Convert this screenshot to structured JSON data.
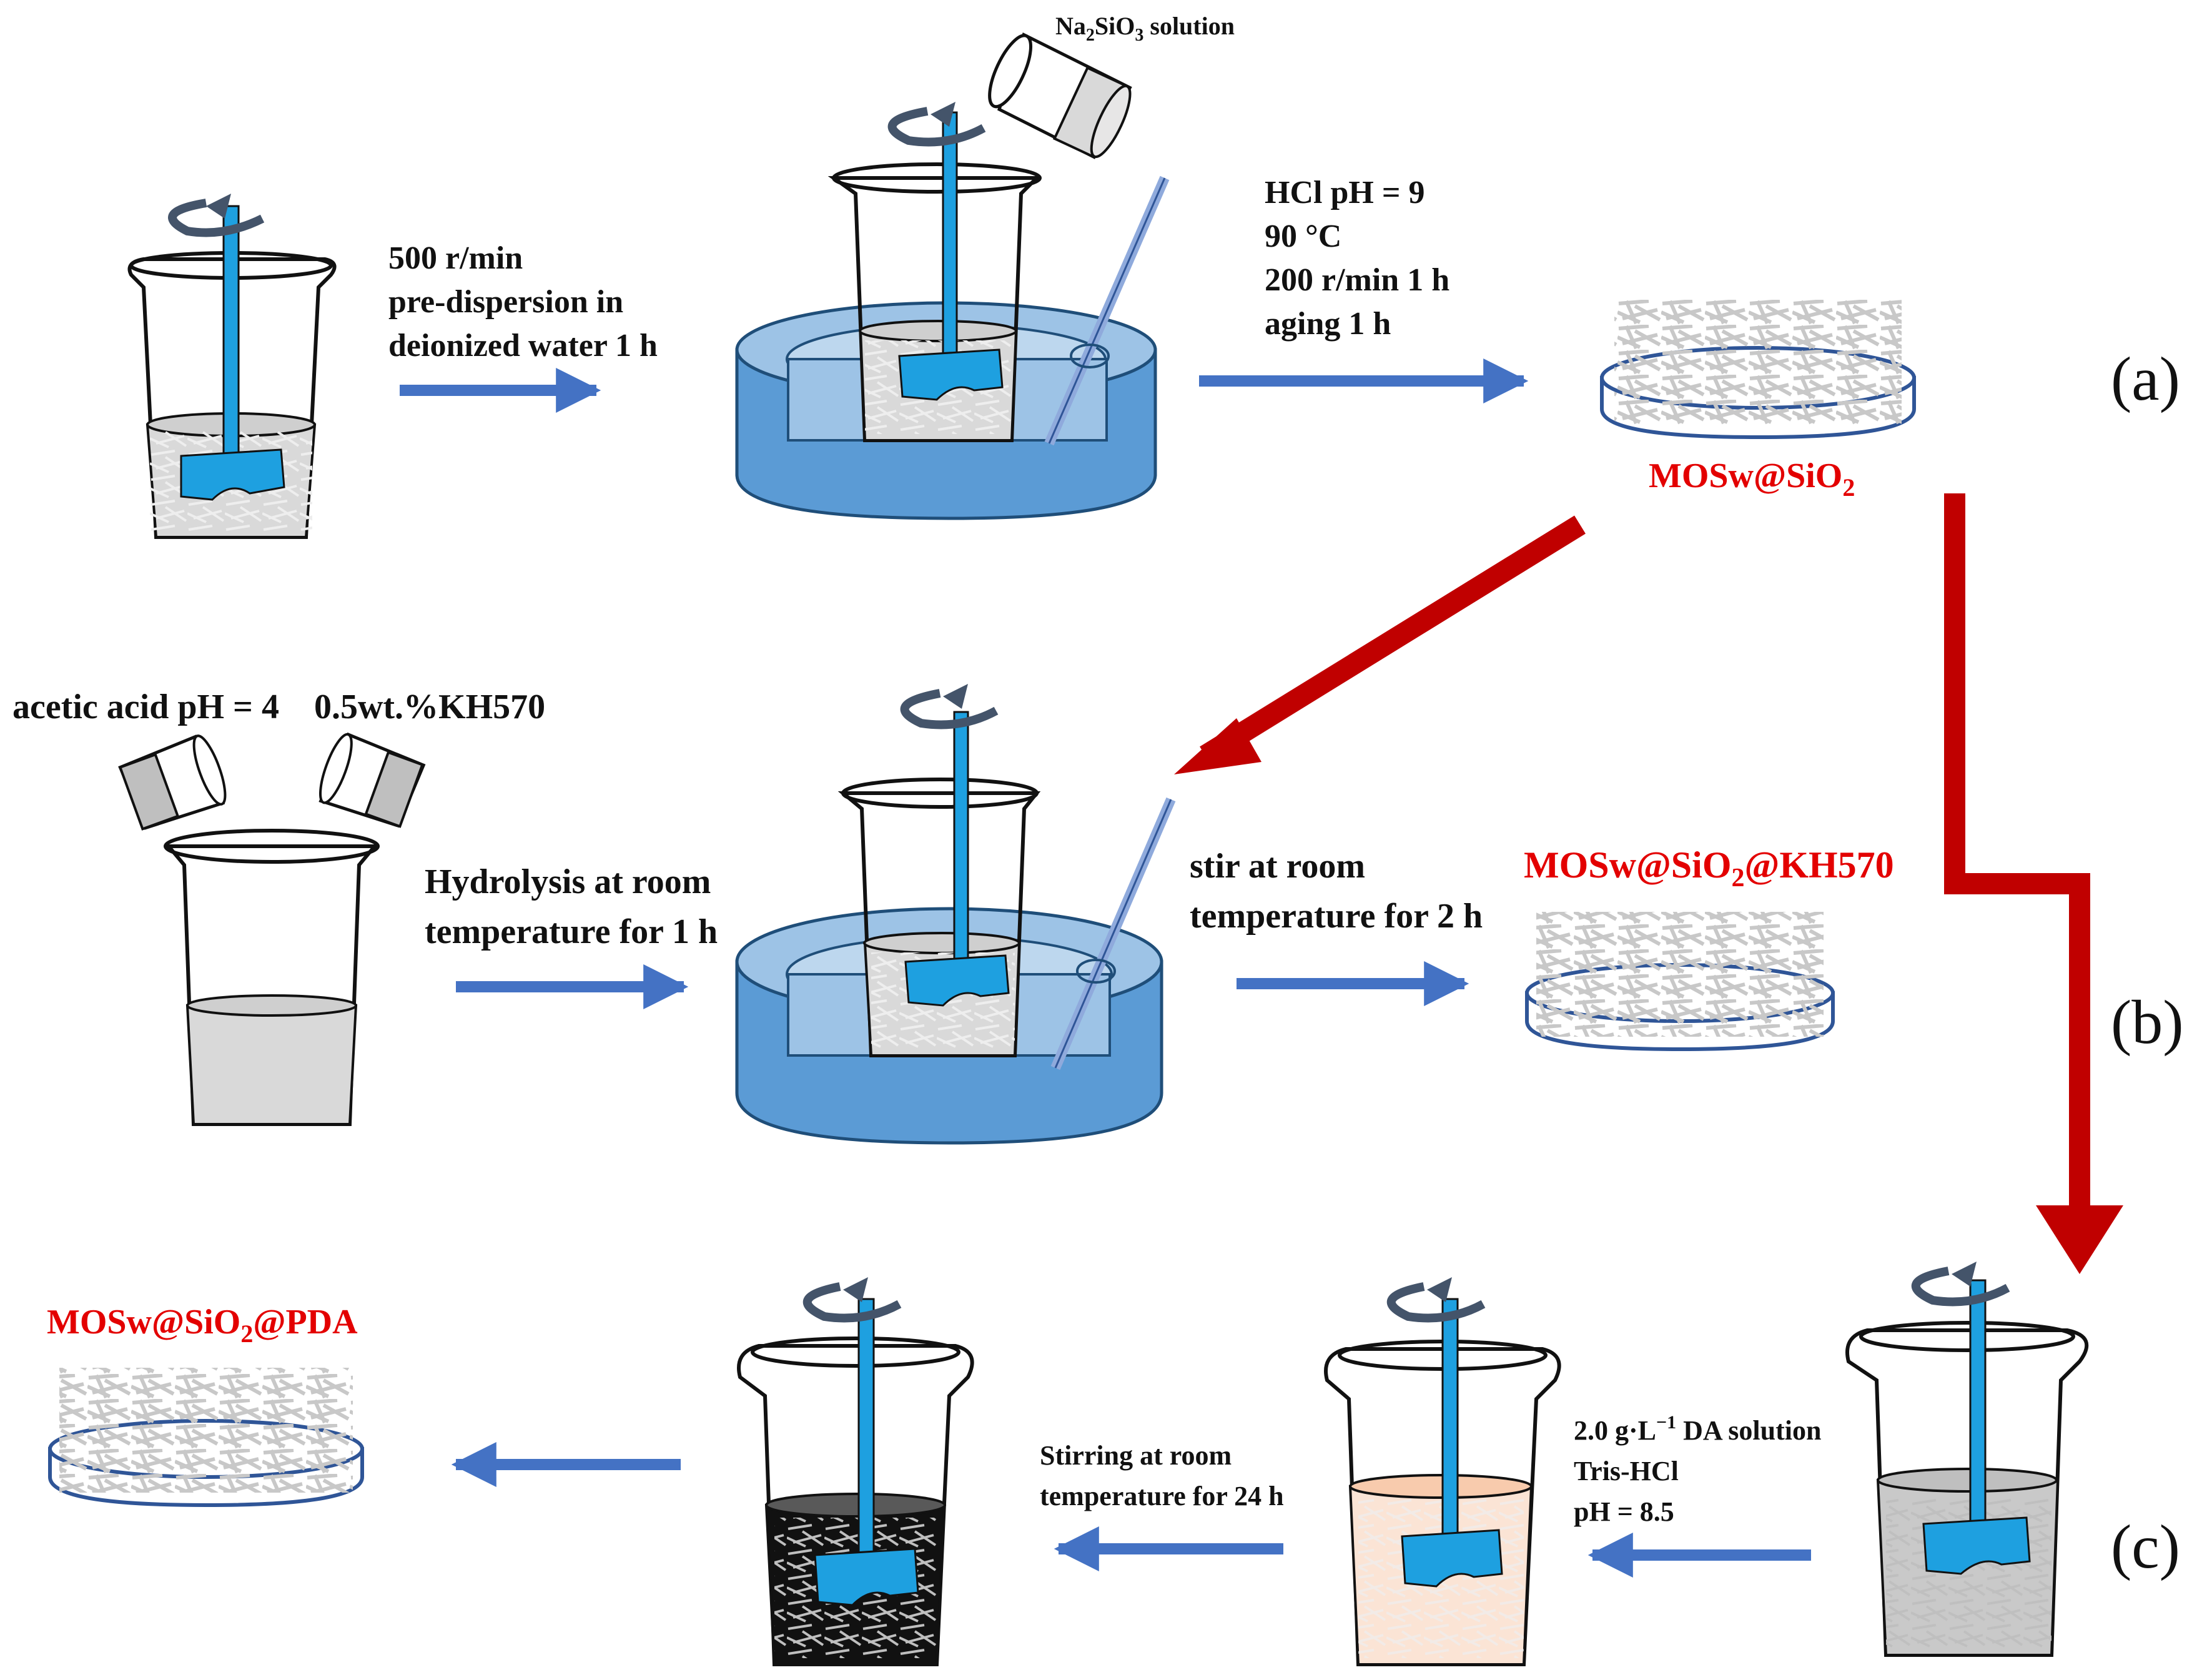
{
  "colors": {
    "arrow_blue": "#4472c4",
    "arrow_red": "#c00000",
    "rod_blue": "#1ea0e0",
    "bath_blue": "#5b9bd5",
    "product_red": "#e30000",
    "dark_solution": "#111111",
    "pink_solution": "#fbe4d5",
    "grey_solution": "#d0d0d0"
  },
  "panel_labels": {
    "a": "(a)",
    "b": "(b)",
    "c": "(c)"
  },
  "row_a": {
    "step1": [
      "500 r/min",
      "pre-dispersion in",
      "deionized water 1 h"
    ],
    "reagent": {
      "main": "Na",
      "sub1": "2",
      "mid": "SiO",
      "sub2": "3",
      "tail": " solution"
    },
    "step2": [
      "HCl pH = 9",
      "90 °C",
      "200 r/min 1 h",
      "aging 1 h"
    ],
    "product": {
      "main": "MOSw@SiO",
      "sub": "2"
    }
  },
  "row_b": {
    "reagents": "acetic acid pH = 4    0.5wt.%KH570",
    "step1": [
      "Hydrolysis at room",
      "temperature for 1 h"
    ],
    "step2": [
      "stir at room",
      "temperature for 2 h"
    ],
    "product": {
      "main": "MOSw@SiO",
      "sub": "2",
      "tail": "@KH570"
    }
  },
  "row_c": {
    "step1": {
      "line1_a": "2.0 g·L",
      "line1_sup": "−1",
      "line1_b": " DA solution",
      "line2": "Tris-HCl",
      "line3": "pH = 8.5"
    },
    "step2": [
      "Stirring at room",
      "temperature for 24 h"
    ],
    "product": {
      "main": "MOSw@SiO",
      "sub": "2",
      "tail": "@PDA"
    }
  },
  "icons": [
    "rotation-arrow-icon",
    "stir-rod-icon",
    "beaker-icon",
    "water-bath-icon",
    "petri-dish-icon",
    "pouring-cup-icon",
    "thermometer-rod-icon"
  ]
}
